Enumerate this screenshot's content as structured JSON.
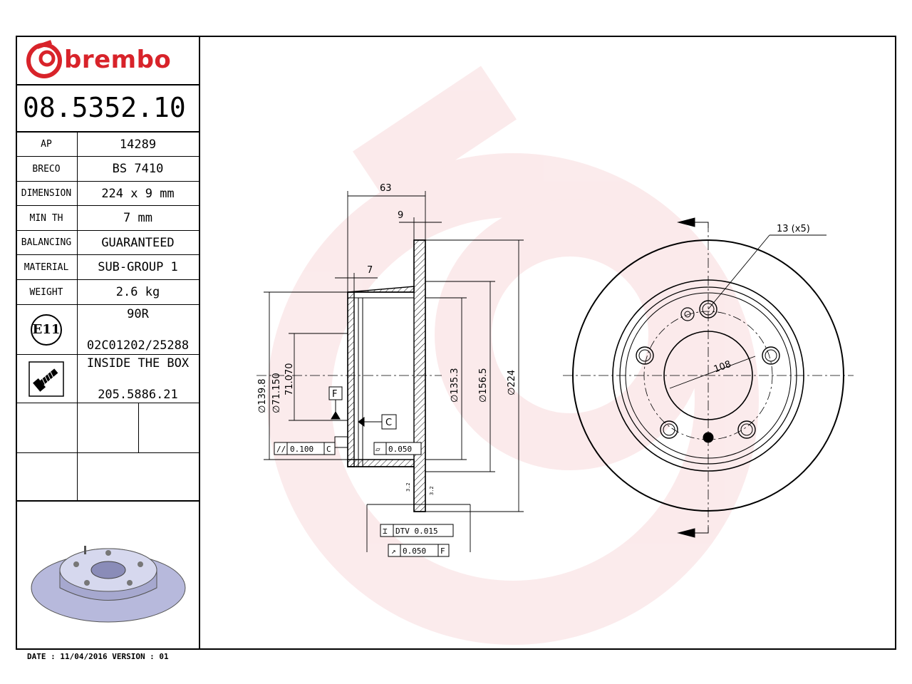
{
  "brand": {
    "name": "brembo",
    "color": "#d8232a"
  },
  "part_number": "08.5352.10",
  "specs": [
    {
      "key": "AP",
      "value": "14289"
    },
    {
      "key": "BRECO",
      "value": "BS 7410"
    },
    {
      "key": "DIMENSION",
      "value": "224 x 9 mm"
    },
    {
      "key": "MIN TH",
      "value": "7 mm"
    },
    {
      "key": "BALANCING",
      "value": "GUARANTEED"
    },
    {
      "key": "MATERIAL",
      "value": "SUB-GROUP 1"
    },
    {
      "key": "WEIGHT",
      "value": "2.6 kg"
    }
  ],
  "approval": {
    "mark": "E11",
    "line1": "90R",
    "line2": "02C01202/25288"
  },
  "screw": {
    "icon": "screw-icon",
    "line1": "INSIDE THE BOX",
    "line2": "205.5886.21"
  },
  "footer": "DATE : 11/04/2016 VERSION : 01",
  "dims": {
    "d63": "63",
    "d9": "9",
    "d7": "7",
    "d139": "∅139.8",
    "d71a": "∅71.150",
    "d71b": "71.070",
    "d135": "∅135.3",
    "d156": "∅156.5",
    "d224": "∅224",
    "holes": "13 (x5)",
    "pcd": "108",
    "datumF": "F",
    "datumC": "C",
    "tol1": "0.100",
    "tol1ref": "C",
    "tol2": "0.050",
    "dtv": "DTV 0.015",
    "runout": "0.050",
    "runoutRef": "F",
    "ra1": "3.2",
    "ra2": "3.2"
  }
}
